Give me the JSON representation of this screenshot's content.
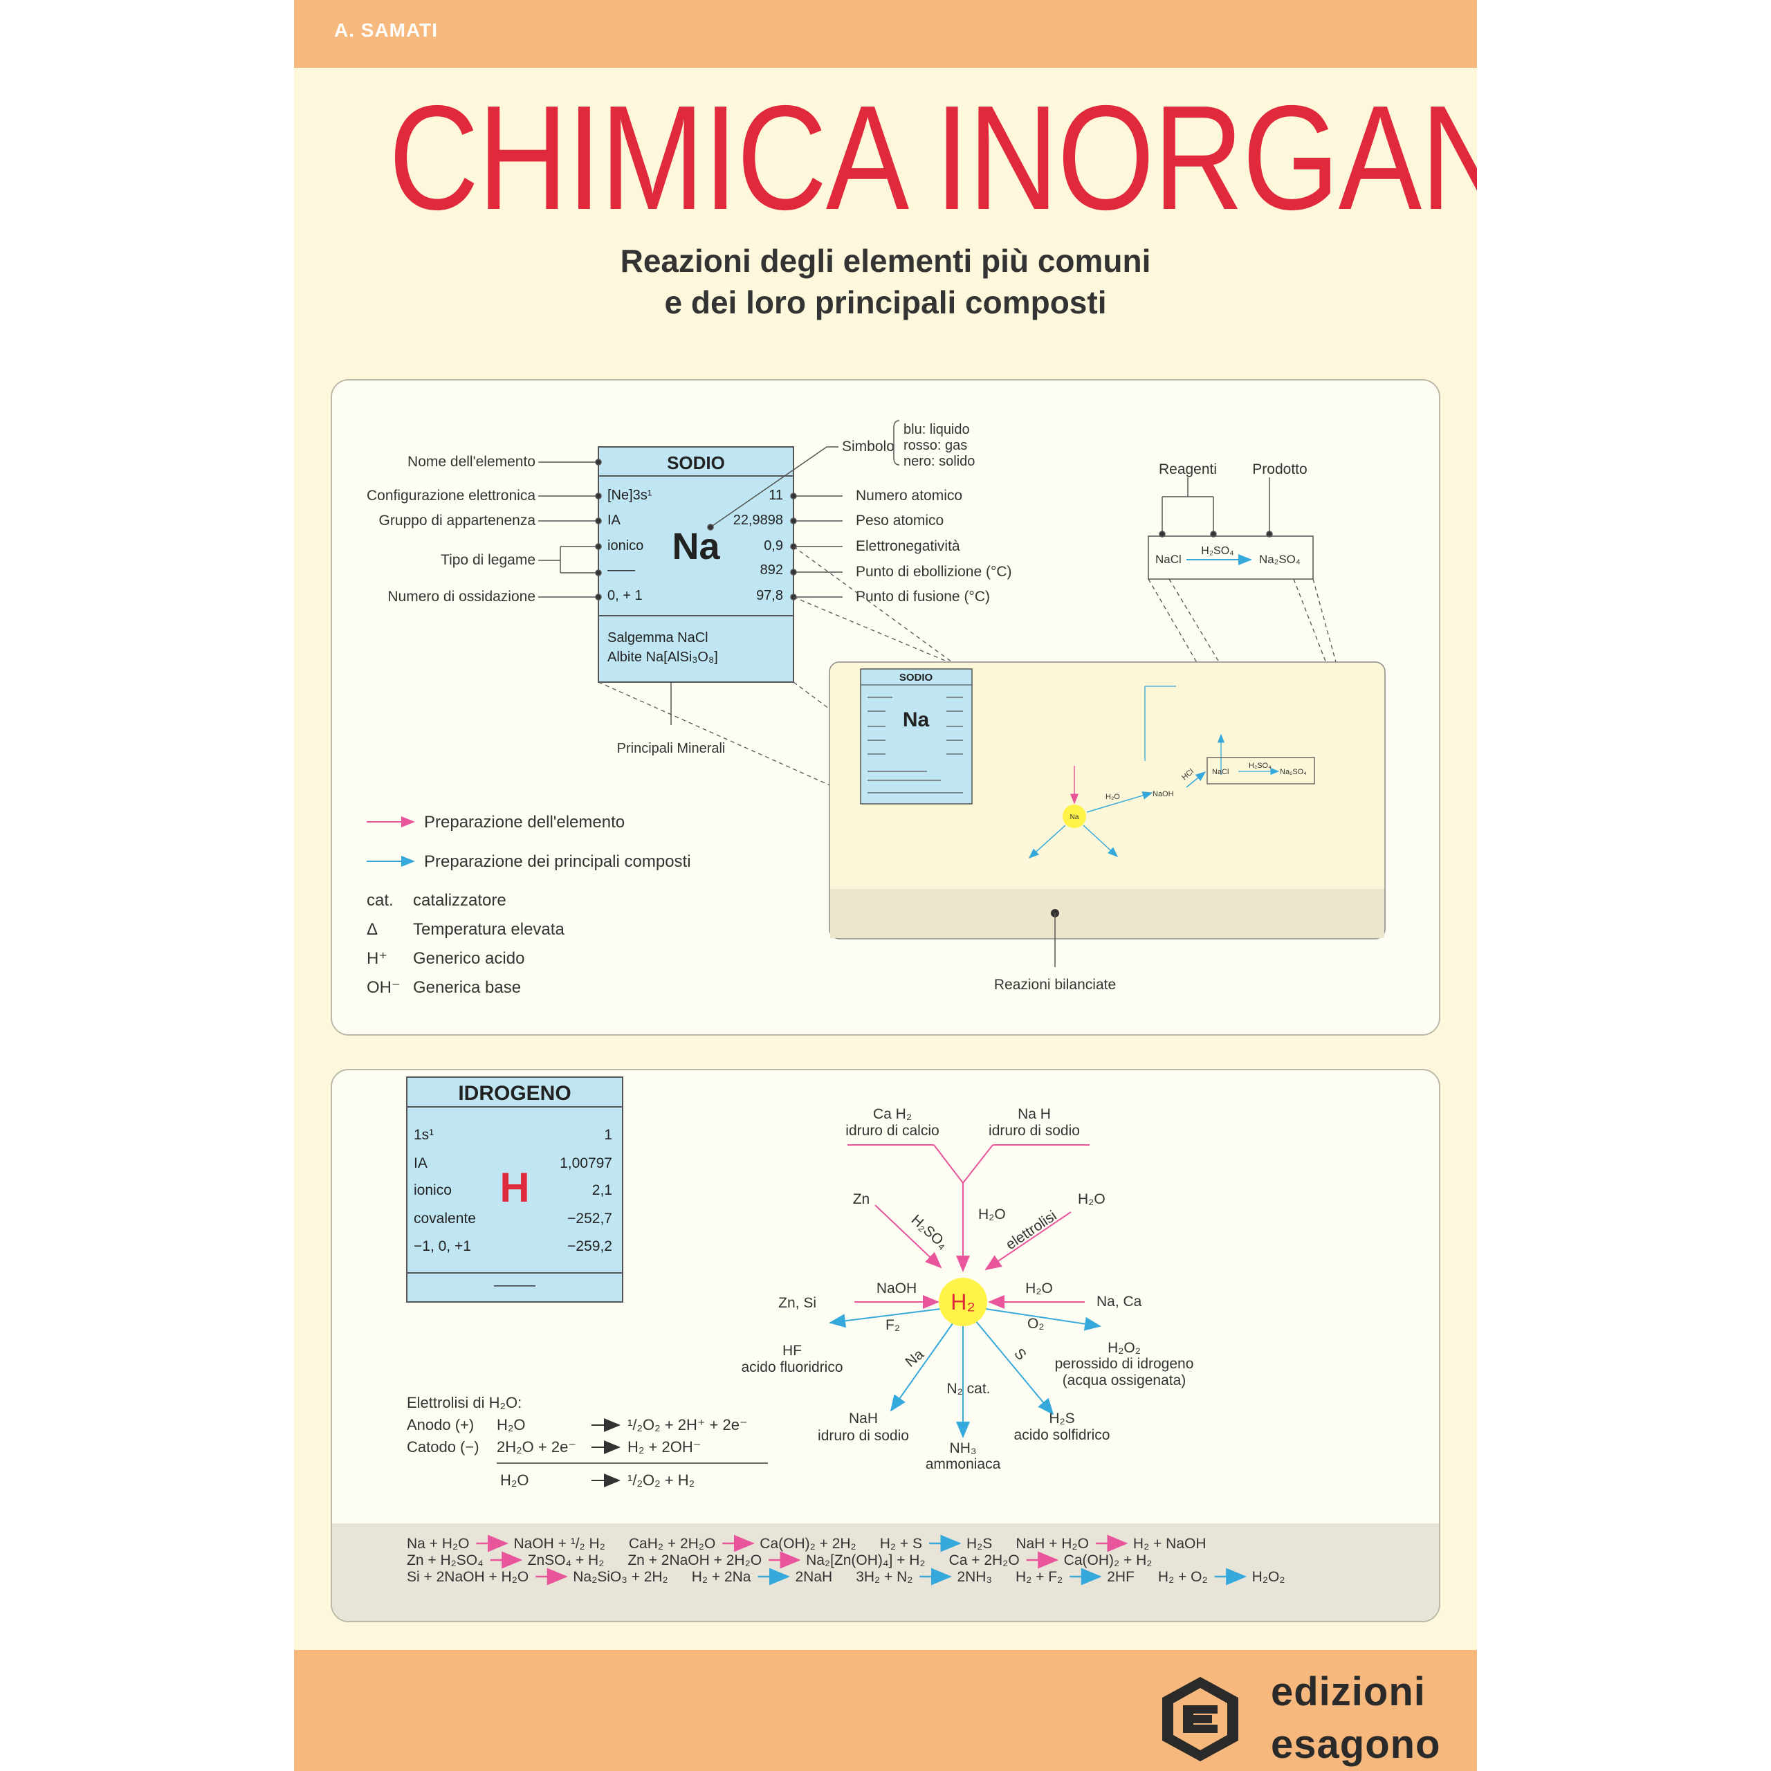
{
  "author": "A. SAMATI",
  "title": "CHIMICA INORGANICA",
  "subtitle": [
    "Reazioni degli elementi più comuni",
    "e dei loro principali composti"
  ],
  "legend_panel": {
    "card": {
      "name": "SODIO",
      "config": "[Ne]3s¹",
      "group": "IA",
      "bond": "ionico",
      "bond2": "——",
      "oxidation": "0, + 1",
      "symbol": "Na",
      "atomic_number": "11",
      "atomic_weight": "22,9898",
      "electronegativity": "0,9",
      "boiling_point": "892",
      "melting_point": "97,8",
      "minerals": [
        "Salgemma NaCl",
        "Albite Na[AlSi₃O₈]"
      ]
    },
    "left_labels": [
      "Nome dell'elemento",
      "Configurazione elettronica",
      "Gruppo di appartenenza",
      "Tipo di legame",
      "Numero di ossidazione"
    ],
    "right_labels": [
      "Numero atomico",
      "Peso atomico",
      "Elettronegatività",
      "Punto di ebollizione (°C)",
      "Punto di fusione (°C)"
    ],
    "symbol_label": "Simbolo",
    "symbol_colors": [
      "blu: liquido",
      "rosso: gas",
      "nero: solido"
    ],
    "minerals_label": "Principali Minerali",
    "reagents_label": "Reagenti",
    "product_label": "Prodotto",
    "reaction_example": {
      "reactant": "NaCl",
      "reagent": "H₂SO₄",
      "product": "Na₂SO₄"
    },
    "mini_card_name": "SODIO",
    "mini_card_symbol": "Na",
    "mini_labels": {
      "water": "H₂O",
      "hydroxide": "NaOH",
      "acid": "HCl",
      "salt": "NaCl",
      "reagent": "H₂SO₄",
      "product": "Na₂SO₄",
      "center": "Na"
    },
    "balanced_label": "Reazioni bilanciate",
    "key": [
      {
        "symbol": "",
        "text": "Preparazione dell'elemento",
        "color": "#e8559b"
      },
      {
        "symbol": "",
        "text": "Preparazione dei principali composti",
        "color": "#35a9dc"
      },
      {
        "symbol": "cat.",
        "text": "catalizzatore"
      },
      {
        "symbol": "Δ",
        "text": "Temperatura elevata"
      },
      {
        "symbol": "H⁺",
        "text": "Generico acido"
      },
      {
        "symbol": "OH⁻",
        "text": "Generica base"
      }
    ]
  },
  "hydrogen_panel": {
    "card": {
      "name": "IDROGENO",
      "symbol": "H",
      "rows": [
        [
          "1s¹",
          "1"
        ],
        [
          "IA",
          "1,00797"
        ],
        [
          "ionico",
          "2,1"
        ],
        [
          "covalente",
          "−252,7"
        ],
        [
          "−1, 0, +1",
          "−259,2"
        ]
      ],
      "minerals": "———"
    },
    "center": "H₂",
    "labels": {
      "cah2_formula": "Ca H₂",
      "cah2_name": "idruro di calcio",
      "nah_top_formula": "Na H",
      "nah_top_name": "idruro di sodio",
      "h2o_center": "H₂O",
      "zn": "Zn",
      "h2so4": "H₂SO₄",
      "elettrolisi": "elettrolisi",
      "h2o_right": "H₂O",
      "zn_si": "Zn, Si",
      "naoh": "NaOH",
      "h2o_mid": "H₂O",
      "na_ca": "Na, Ca",
      "f2": "F₂",
      "o2": "O₂",
      "na": "Na",
      "s": "S",
      "n2_cat": "N₂ cat.",
      "hf": "HF",
      "hf_name": "acido fluoridrico",
      "nah": "NaH",
      "nah_name": "idruro di sodio",
      "nh3": "NH₃",
      "nh3_name": "ammoniaca",
      "h2s": "H₂S",
      "h2s_name": "acido solfidrico",
      "h2o2": "H₂O₂",
      "h2o2_name1": "perossido di idrogeno",
      "h2o2_name2": "(acqua ossigenata)"
    },
    "electrolysis": {
      "title": "Elettrolisi di H₂O:",
      "anode_label": "Anodo (+)",
      "anode_in": "H₂O",
      "anode_out": "¹/₂O₂ + 2H⁺ + 2e⁻",
      "cathode_label": "Catodo (−)",
      "cathode_in": "2H₂O + 2e⁻",
      "cathode_out": "H₂ + 2OH⁻",
      "total_in": "H₂O",
      "total_out": "¹/₂O₂ + H₂"
    },
    "reactions": [
      [
        {
          "lhs": "Na + H₂O",
          "rhs": "NaOH + ¹/₂ H₂",
          "color": "#e8559b"
        },
        {
          "lhs": "CaH₂ + 2H₂O",
          "rhs": "Ca(OH)₂ + 2H₂",
          "color": "#e8559b"
        },
        {
          "lhs": "H₂ + S",
          "rhs": "H₂S",
          "color": "#35a9dc"
        },
        {
          "lhs": "NaH + H₂O",
          "rhs": "H₂ + NaOH",
          "color": "#e8559b"
        }
      ],
      [
        {
          "lhs": "Zn + H₂SO₄",
          "rhs": "ZnSO₄ + H₂",
          "color": "#e8559b"
        },
        {
          "lhs": "Zn + 2NaOH + 2H₂O",
          "rhs": "Na₂[Zn(OH)₄] + H₂",
          "color": "#e8559b"
        },
        {
          "lhs": "Ca + 2H₂O",
          "rhs": "Ca(OH)₂ + H₂",
          "color": "#e8559b"
        }
      ],
      [
        {
          "lhs": "Si + 2NaOH + H₂O",
          "rhs": "Na₂SiO₃ + 2H₂",
          "color": "#e8559b"
        },
        {
          "lhs": "H₂ + 2Na",
          "rhs": "2NaH",
          "color": "#35a9dc"
        },
        {
          "lhs": "3H₂ + N₂",
          "rhs": "2NH₃",
          "color": "#35a9dc"
        },
        {
          "lhs": "H₂ + F₂",
          "rhs": "2HF",
          "color": "#35a9dc"
        },
        {
          "lhs": "H₂ + O₂",
          "rhs": "H₂O₂",
          "color": "#35a9dc"
        }
      ]
    ]
  },
  "publisher": [
    "edizioni",
    "esagono"
  ],
  "colors": {
    "band": "#f6b87c",
    "title": "#e02a3c",
    "card": "#bfe6f2",
    "pink": "#e8559b",
    "blue": "#35a9dc",
    "h2_circle": "#fff34a"
  }
}
